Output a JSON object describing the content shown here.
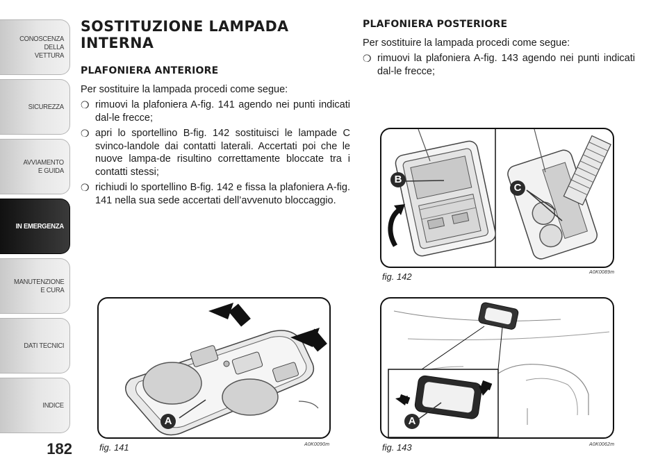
{
  "sidebar": {
    "tabs": [
      {
        "label": "CONOSCENZA\nDELLA\nVETTURA",
        "active": false
      },
      {
        "label": "SICUREZZA",
        "active": false
      },
      {
        "label": "AVVIAMENTO\nE GUIDA",
        "active": false
      },
      {
        "label": "IN EMERGENZA",
        "active": true
      },
      {
        "label": "MANUTENZIONE\nE CURA",
        "active": false
      },
      {
        "label": "DATI TECNICI",
        "active": false
      },
      {
        "label": "INDICE",
        "active": false
      }
    ],
    "page_number": "182"
  },
  "left": {
    "title": "SOSTITUZIONE LAMPADA INTERNA",
    "subtitle": "PLAFONIERA ANTERIORE",
    "intro": "Per sostituire la lampada procedi come segue:",
    "steps": [
      "rimuovi la plafoniera A-fig. 141 agendo nei punti indicati dal-le frecce;",
      "apri lo sportellino B-fig. 142 sostituisci le lampade C svinco-landole dai contatti laterali. Accertati poi che le nuove lampa-de risultino correttamente bloccate tra i contatti stessi;",
      "richiudi lo sportellino B-fig. 142 e fissa la plafoniera A-fig. 141 nella sua sede accertati dell’avvenuto bloccaggio."
    ]
  },
  "right": {
    "subtitle": "PLAFONIERA POSTERIORE",
    "intro": "Per sostituire la lampada procedi come segue:",
    "steps": [
      "rimuovi la plafoniera A-fig. 143 agendo nei punti indicati dal-le frecce;"
    ]
  },
  "bullet": "❍",
  "figures": {
    "fig141": {
      "caption": "fig. 141",
      "code": "A0K0090m",
      "callouts": [
        "A"
      ]
    },
    "fig142": {
      "caption": "fig. 142",
      "code": "A0K0089m",
      "callouts": [
        "B",
        "C"
      ]
    },
    "fig143": {
      "caption": "fig. 143",
      "code": "A0K0062m",
      "callouts": [
        "A"
      ]
    }
  }
}
